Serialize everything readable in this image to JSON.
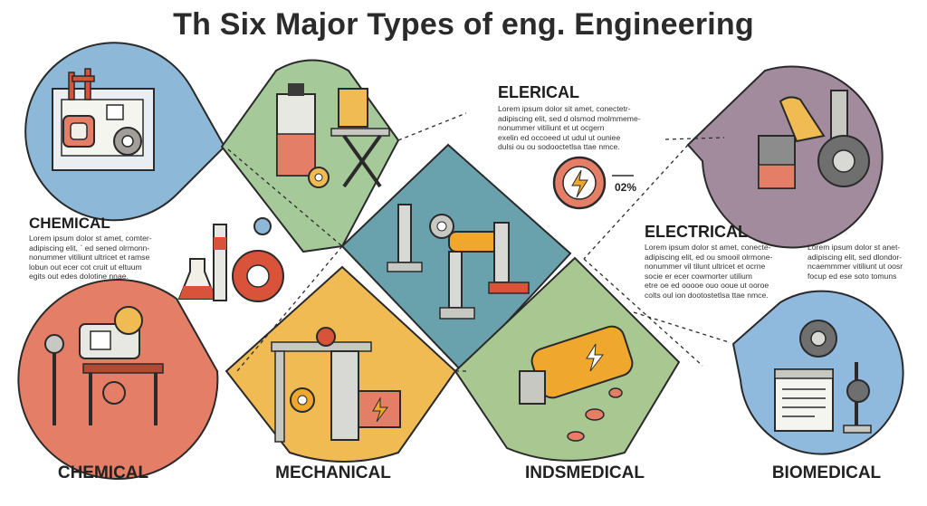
{
  "title": "Th Six Major Types of eng. Engineering",
  "blocks": {
    "top_center": {
      "heading": "ELERICAL",
      "lines": [
        "Lorem ipsum dolor sit amet, conectetr-",
        "adipiscing elit, sed d olsmod molmmeme-",
        "nonummer vitiliunt et ut ocgern",
        "exelin ed occoeed ut udul ut ouniee",
        "dulsi ou ou sodooctetlsa ttae nmce."
      ],
      "percent": "02%"
    },
    "left": {
      "heading": "CHEMICAL",
      "lines": [
        "Lorem ipsum dolor st amet, comter-",
        "adipiscing elit, ` ed sened olrmonn-",
        "nonummer vitiliunt ultricet et ramse",
        "lobun out ecer cot cruit ut eltuum",
        "egits out edes dolotine nnae."
      ]
    },
    "middle_right": {
      "heading": "ELECTRICAL",
      "lines": [
        "Lorem ipsum dolor st amet, conecte-",
        "adipiscing elit, ed ou smooil olrmone-",
        "nonummer vil tilunt ultricet et ocrne",
        "socie er ecer cowmorter utilium",
        "etre oe ed ooooe ouo ooue ut ooroe",
        "colts oul ion dootostetlsa ttae nmce."
      ]
    },
    "far_right": {
      "lines": [
        "Lorem ipsum dolor st anet-",
        "adipiscing elit, sed dlondor-",
        "ncaemmmer vitiliunt ut oosr",
        "focup ed ese soto tomuns"
      ]
    }
  },
  "bottom_labels": [
    "CHEMICAL",
    "MECHANICAL",
    "INDSMEDICAL",
    "BIOMEDICAL"
  ],
  "colors": {
    "blue": "#8db8d8",
    "green": "#a6c99a",
    "teal": "#69a2ad",
    "purple": "#a28b9c",
    "red": "#e57e66",
    "yellow": "#f1bb54",
    "green2": "#a9c891",
    "lightblue": "#8fb9dd",
    "ink": "#2a2a2a",
    "orange": "#f0a72e",
    "accent_red": "#d9533a"
  },
  "icons": [
    "gear-icon",
    "lightning-icon",
    "flask-icon",
    "robot-arm-icon",
    "motor-icon",
    "clipboard-icon",
    "pump-icon",
    "microscope-icon"
  ]
}
